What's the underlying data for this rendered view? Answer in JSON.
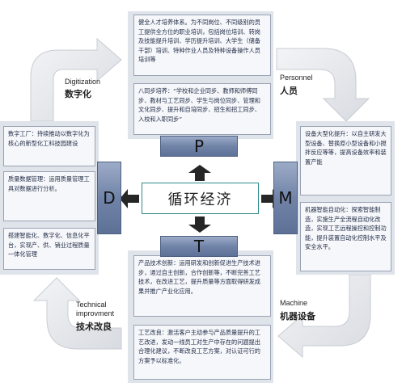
{
  "center": {
    "text": "循环经济"
  },
  "letters": {
    "p": "P",
    "m": "M",
    "t": "T",
    "d": "D"
  },
  "labels": {
    "personnel_en": "Personnel",
    "personnel_zh": "人员",
    "machine_en": "Machine",
    "machine_zh": "机器设备",
    "technical_en_1": "Technical",
    "technical_en_2": "improvment",
    "technical_zh": "技术改良",
    "digitization_en": "Digitization",
    "digitization_zh": "数字化"
  },
  "boxes": {
    "p1": "健全人才培养体系。为不同岗位、不同级别的员工提供全方位的职业培训，包括岗位培训、转岗及技能提升培训、学历提升培训、大学生（储备干部）培训、特种作业人员及特种设备操作人员培训等",
    "p2": "八同步培养：“学校和企业同步、教师和师傅同步、教材与工艺同步、学生与岗位同步、管理和文化同步、提升和自培同步、招生和招工同步、入校和入职同步”",
    "m1": "设备大型化提升：以自主研发大型设备、替换原小型设备和小搅拌反应等等，提高设备效率和装置产能",
    "m2": "机器智能自动化：探索智能制造，实施生产全流程自动化改造，实现工艺远程操控和控制功能，提升装置自动化控制水平及安全水平。",
    "t1": "产品技术创新：运用研发和创新促进生产技术进步，通过自主创新，合作创新等，不断完善工艺技术，在改进工艺，提升质量等方面取得研发成果并推广产业化应用。",
    "t2": "工艺改良：激活客户主动参与产品质量提升的工艺改进，发动一线员工对生产中存在的问题提出合理化建议，不断改良工艺方案，对认证可行的方案予以标准化。",
    "d1": "数字工厂：持续推动以数字化为核心的新型化工科技园建设",
    "d2": "质量数据管理：运用质量管理工具对数据进行分析。",
    "d3": "搭建智能化、数字化、信息化平台，实现产、供、销业过程质量一体化管理"
  },
  "colors": {
    "arrow_fill": "#e6e8ec",
    "panel": "#dfe3ea",
    "bar": "#7184a8",
    "center_border": "#2e8b8b",
    "dark_arrow": "#262626"
  }
}
